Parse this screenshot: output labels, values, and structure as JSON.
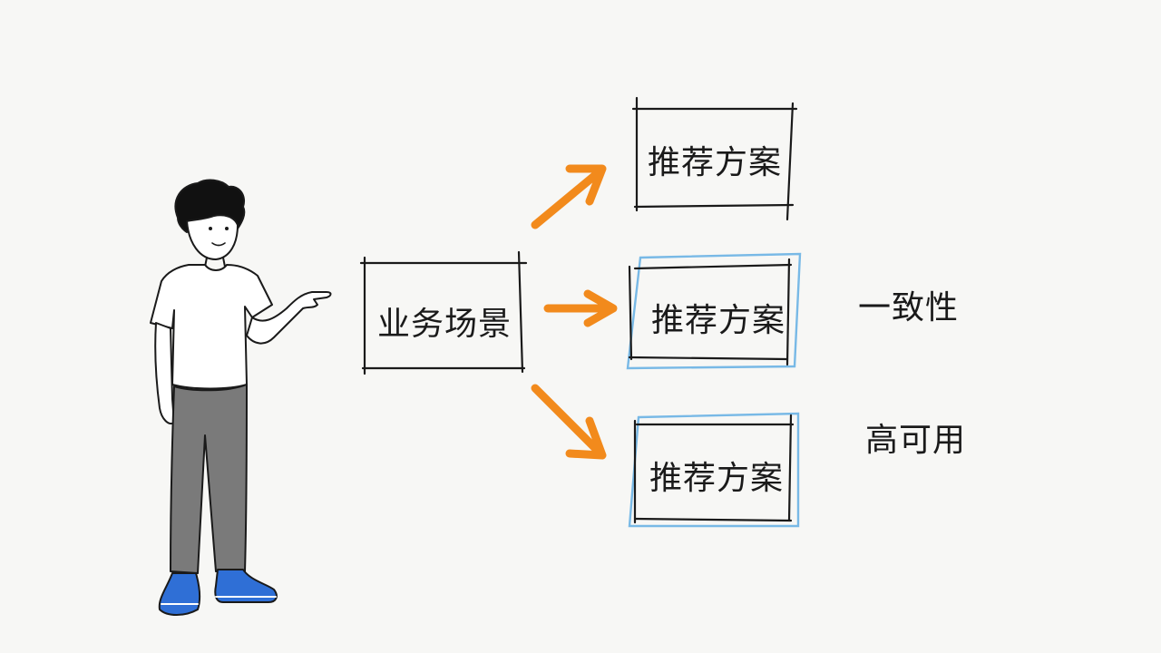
{
  "diagram": {
    "source": {
      "label": "业务场景"
    },
    "targets": [
      {
        "label": "推荐方案",
        "highlight": false
      },
      {
        "label": "推荐方案",
        "highlight": true
      },
      {
        "label": "推荐方案",
        "highlight": true
      }
    ],
    "annotations": [
      {
        "label": "一致性"
      },
      {
        "label": "高可用"
      }
    ],
    "colors": {
      "arrow": "#f28a1c",
      "highlight": "#78b9e6",
      "ink": "#1a1a1a",
      "shirt": "#ffffff",
      "pants": "#7a7a7a",
      "shoes": "#2f6fd6",
      "background": "#f7f7f5"
    }
  }
}
